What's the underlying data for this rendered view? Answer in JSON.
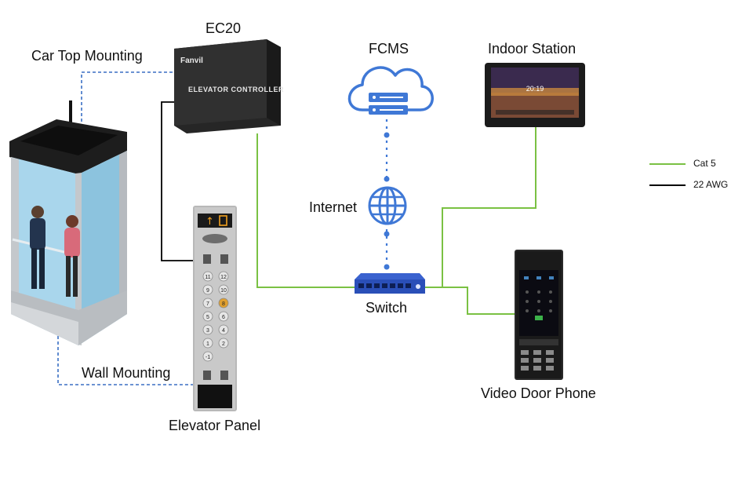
{
  "labels": {
    "ec20": "EC20",
    "car_top": "Car Top Mounting",
    "fcms": "FCMS",
    "indoor_station": "Indoor Station",
    "internet": "Internet",
    "switch": "Switch",
    "wall_mounting": "Wall Mounting",
    "elevator_panel": "Elevator Panel",
    "video_door_phone": "Video Door Phone"
  },
  "device_text": {
    "controller_brand": "Fanvil",
    "controller_name": "ELEVATOR CONTROLLER",
    "screen_time": "20:19"
  },
  "legend": [
    {
      "label": "Cat 5",
      "color": "#7ac143"
    },
    {
      "label": "22 AWG",
      "color": "#000000"
    }
  ],
  "colors": {
    "cat5": "#7ac143",
    "awg": "#000000",
    "dashed": "#3a6fc4",
    "cloud": "#3f78d6",
    "switch": "#2a4fb8"
  },
  "panel_buttons": [
    "11",
    "12",
    "9",
    "10",
    "7",
    "8",
    "5",
    "6",
    "3",
    "4",
    "1",
    "2",
    "-1"
  ]
}
